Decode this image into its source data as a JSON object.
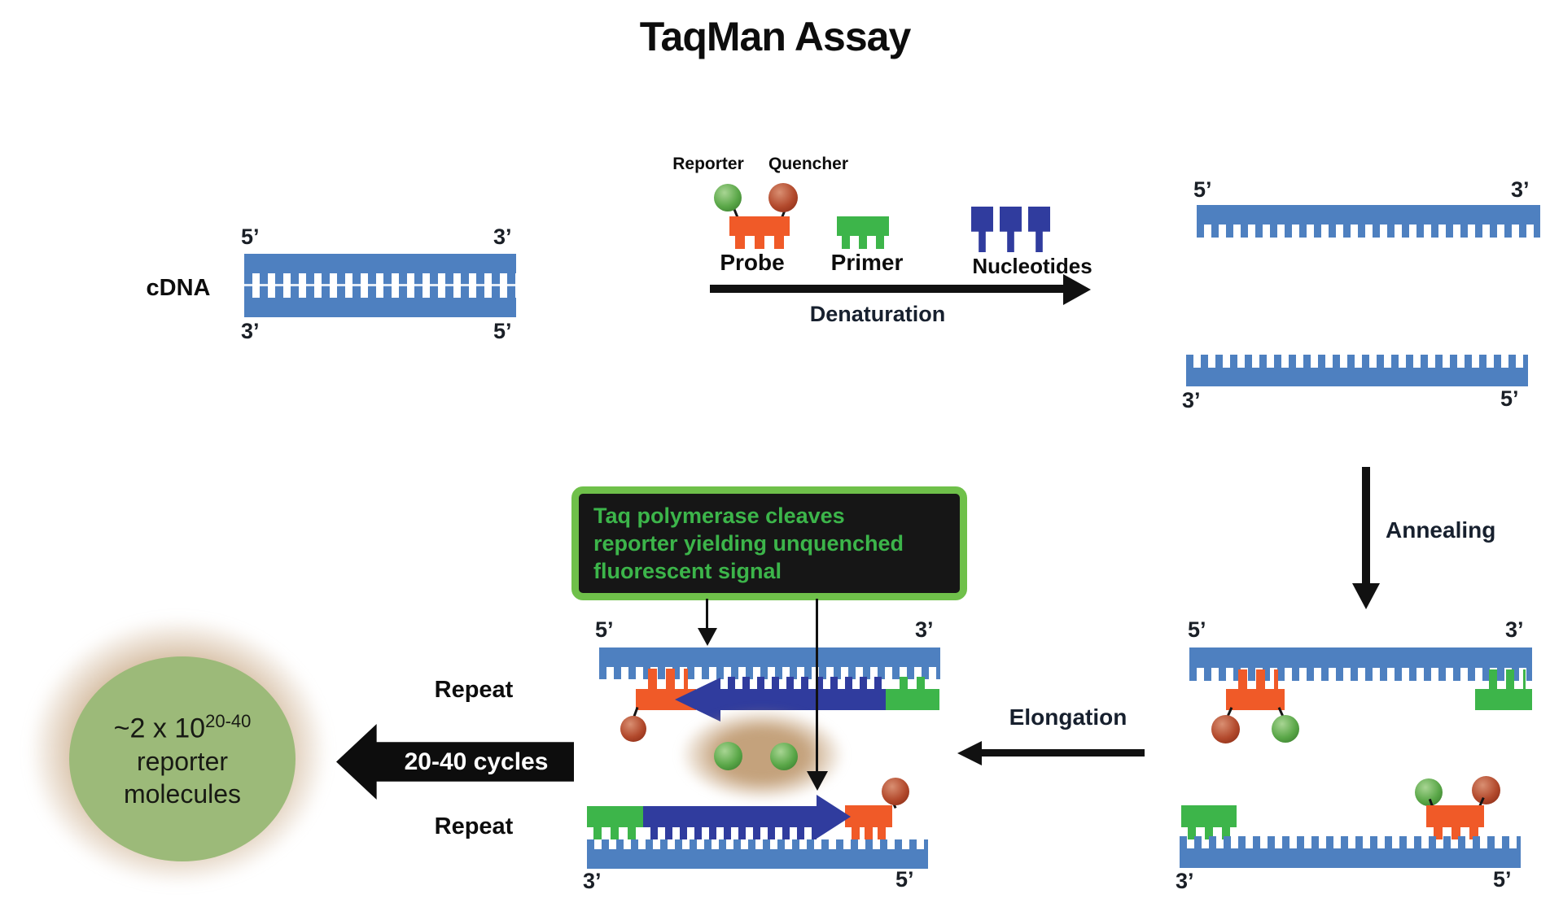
{
  "title": "TaqMan Assay",
  "colors": {
    "strand": "#4e80c0",
    "new_strand": "#303c9e",
    "probe": "#f05a28",
    "primer": "#3db54a",
    "callout_green": "#3db54a",
    "reporter_dye": "#5aa748",
    "quencher_dye": "#b2492c"
  },
  "cdna": {
    "label": "cDNA",
    "tl": "5’",
    "tr": "3’",
    "bl": "3’",
    "br": "5’"
  },
  "legend": {
    "reporter": "Reporter",
    "quencher": "Quencher",
    "probe": "Probe",
    "primer": "Primer",
    "nucleotides": "Nucleotides"
  },
  "steps": {
    "denaturation": "Denaturation",
    "annealing": "Annealing",
    "elongation": "Elongation",
    "repeat_top": "Repeat",
    "repeat_bottom": "Repeat",
    "cycles": "20-40 cycles"
  },
  "denatured": {
    "tl": "5’",
    "tr": "3’",
    "bl": "3’",
    "br": "5’"
  },
  "annealed": {
    "tl": "5’",
    "tr": "3’",
    "bl": "3’",
    "br": "5’"
  },
  "elongating": {
    "tl": "5’",
    "tr": "3’",
    "bl": "3’",
    "br": "5’"
  },
  "callout": {
    "line1": "Taq polymerase cleaves",
    "line2": "reporter yielding unquenched",
    "line3": "fluorescent signal"
  },
  "product": {
    "base": "~2 x 10",
    "exponent": "20-40",
    "line2": "reporter",
    "line3": "molecules"
  }
}
